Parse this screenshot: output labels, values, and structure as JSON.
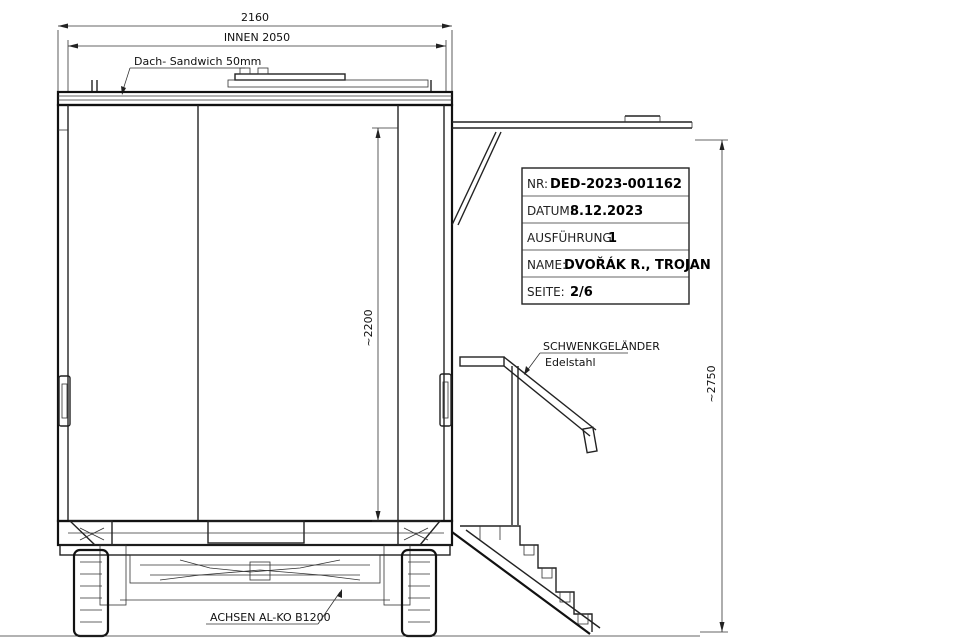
{
  "dimensions": {
    "overall_width": "2160",
    "inner_width": "INNEN 2050",
    "inner_height": "~2200",
    "total_height": "~2750"
  },
  "notes": {
    "roof": "Dach- Sandwich 50mm",
    "railing_title": "SCHWENKGELÄNDER",
    "railing_material": "Edelstahl",
    "axles": "ACHSEN AL-KO B1200"
  },
  "title_block": {
    "nr_label": "NR:",
    "nr_value": "DED-2023-001162",
    "date_label": "DATUM:",
    "date_value": "8.12.2023",
    "version_label": "AUSFÜHRUNG",
    "version_value": "1",
    "name_label": "NAME:",
    "name_value": "DVOŘÁK R., TROJAN",
    "page_label": "SEITE:",
    "page_value": "2/6"
  }
}
